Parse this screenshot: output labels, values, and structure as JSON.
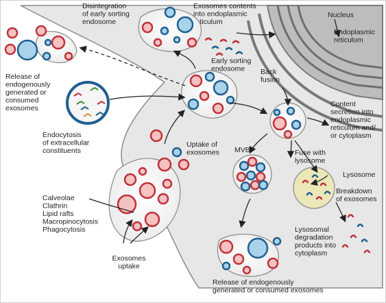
{
  "labels": {
    "disintegration": [
      "Disintegration",
      "of early sorting",
      "endosome"
    ],
    "exosomes_er": [
      "Exosomes contents",
      "into endoplasmic",
      "reticulum"
    ],
    "nucleus": "Nucleus",
    "er": [
      "Endoplasmic",
      "reticulum"
    ],
    "release_top": [
      "Release of",
      "endogenously",
      "generated or",
      "consumed",
      "exosomes"
    ],
    "early_sorting": [
      "Early sorting",
      "endosome"
    ],
    "back_fusion": [
      "Back",
      "fusion"
    ],
    "content_secretion": [
      "Content",
      "secretion into",
      "endoplasmic",
      "reticulum and/",
      "or cytoplasm"
    ],
    "endocytosis": [
      "Endocytosis",
      "of extracellular",
      "constituents"
    ],
    "uptake": [
      "Uptake of",
      "exosomes"
    ],
    "mvb": "MVB",
    "fuse": [
      "Fuse with",
      "lysosome"
    ],
    "lysosome": "Lysosome",
    "breakdown": [
      "Breakdown",
      "of exosomes"
    ],
    "pathways": [
      "Calveolae",
      "Clathrin",
      "Lipid rafts",
      "Macropinocytosis",
      "Phagocytosis"
    ],
    "exosomes_uptake": [
      "Exosomes",
      "uptake"
    ],
    "lysosomal_deg": [
      "Lysosomal",
      "degradation",
      "products into",
      "cytoplasm"
    ],
    "release_bottom": [
      "Release of endogenously",
      "generated or consumed exosomes"
    ]
  },
  "colors": {
    "red": "#c0303a",
    "red_fill": "#f4c2c0",
    "blue": "#1f5f8f",
    "blue_fill": "#a9d3ea",
    "cell": "#e6e6e6",
    "nucleus": "#bcbcbc",
    "lysosome_fill": "#ece7b8"
  }
}
